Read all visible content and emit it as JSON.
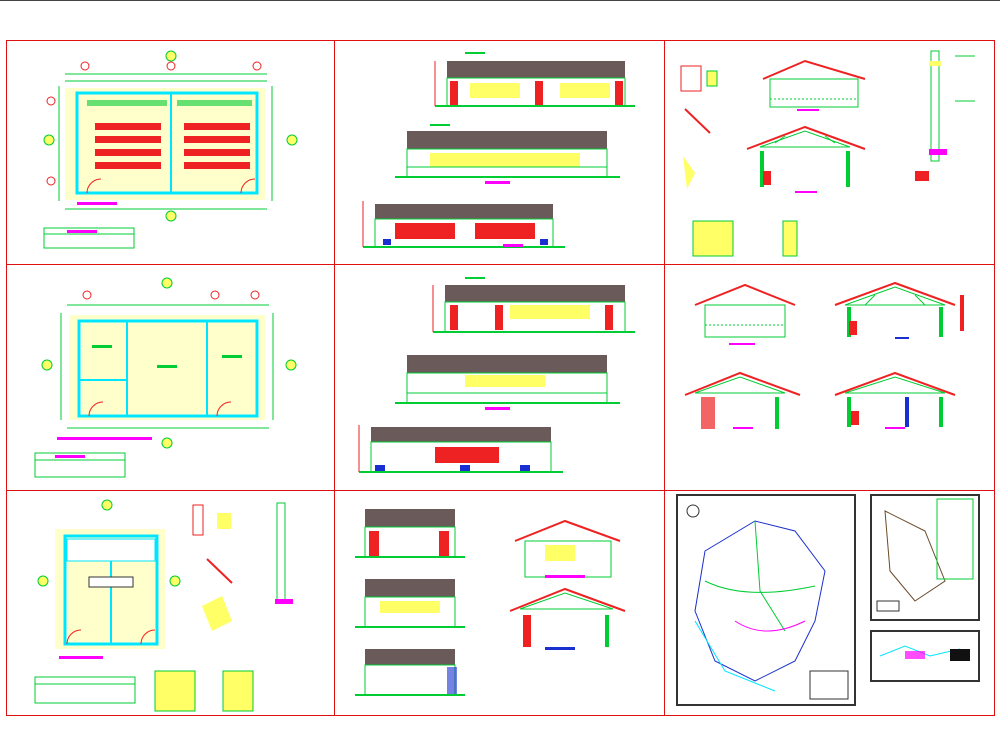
{
  "layout": {
    "rows": 3,
    "cols": 3
  },
  "colors": {
    "frame": "#dd1111",
    "cyan": "#00e5ff",
    "green": "#00cc33",
    "magenta": "#ff00ff",
    "yellow": "#ffff66",
    "red": "#ee2222",
    "roof": "#6a5a5a",
    "blue": "#1a2fd0",
    "orange": "#ff8800"
  },
  "sheets": [
    {
      "id": "floor-plan-classroom",
      "kind": "plan-desks"
    },
    {
      "id": "elevations-classroom",
      "kind": "elevations"
    },
    {
      "id": "roof-details",
      "kind": "details"
    },
    {
      "id": "floor-plan-rooms",
      "kind": "plan-rooms"
    },
    {
      "id": "elevations-rooms",
      "kind": "elevations"
    },
    {
      "id": "truss-sections",
      "kind": "sections"
    },
    {
      "id": "floor-plan-toilets",
      "kind": "plan-toilets"
    },
    {
      "id": "elevations-toilets",
      "kind": "elevations-small"
    },
    {
      "id": "location-maps",
      "kind": "maps"
    }
  ]
}
